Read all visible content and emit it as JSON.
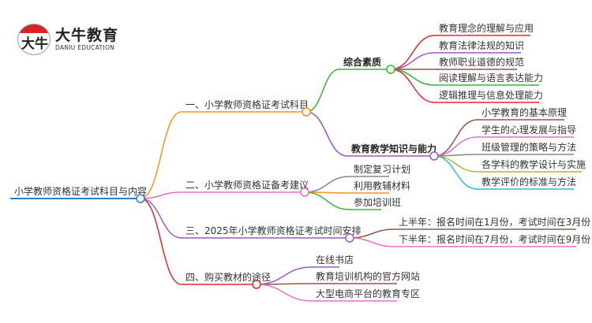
{
  "logo": {
    "mark": "大牛",
    "name": "大牛教育",
    "name_en": "DANIU EDUCATION"
  },
  "root": "小学教师资格证考试科目与内容",
  "branches": [
    {
      "label": "一、小学教师资格证考试科目",
      "color": "#f7931e",
      "subs": [
        {
          "label": "综合素质",
          "color": "#3bb33b",
          "items": [
            "教育理念的理解与应用",
            "教育法律法规的知识",
            "教师职业道德的规范",
            "阅读理解与语言表达能力",
            "逻辑推理与信息处理能力"
          ]
        },
        {
          "label": "教育教学知识与能力",
          "color": "#9b59c6",
          "items": [
            "小学教育的基本原理",
            "学生的心理发展与指导",
            "班级管理的策略与方法",
            "各学科的教学设计与实施",
            "教学评价的标准与方法"
          ]
        }
      ]
    },
    {
      "label": "二、小学教师资格证备考建议",
      "color": "#e86fc8",
      "items": [
        "制定复习计划",
        "利用教辅材料",
        "参加培训班"
      ]
    },
    {
      "label": "三、2025年小学教师资格证考试时间安排",
      "color": "#9b59c6",
      "items": [
        "上半年：报名时间在1月份，考试时间在3月份",
        "下半年：报名时间在7月份，考试时间在9月份"
      ]
    },
    {
      "label": "四、购买教材的途径",
      "color": "#e0282e",
      "items": [
        "在线书店",
        "教育培训机构的官方网站",
        "大型电商平台的教育专区"
      ]
    }
  ],
  "colors": {
    "root": "#2f7fc1",
    "leaf_sets": [
      [
        "#e0282e",
        "#9b59c6",
        "#8b5a4a",
        "#3bb33b",
        "#e0282e"
      ],
      [
        "#8b5a4a",
        "#e86fc8",
        "#888888",
        "#b5b52a",
        "#29bcd6"
      ],
      [
        "#888888",
        "#f7931e",
        "#3bb33b"
      ],
      [
        "#8b5a4a",
        "#e86fc8"
      ],
      [
        "#9b59c6",
        "#8b5a4a",
        "#e86fc8"
      ]
    ]
  }
}
